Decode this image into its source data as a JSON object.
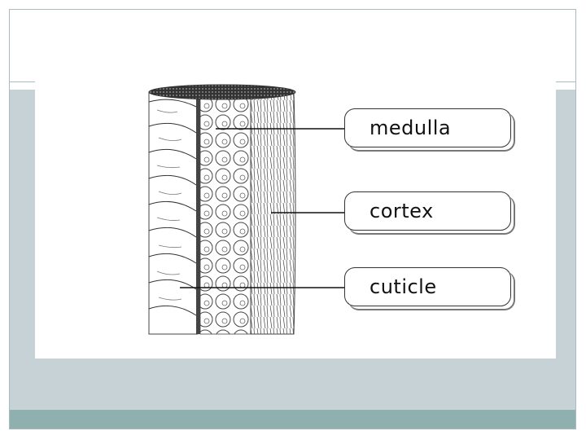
{
  "diagram": {
    "labels": {
      "medulla": "medulla",
      "cortex": "cortex",
      "cuticle": "cuticle"
    }
  },
  "colors": {
    "content_band": "#c7d2d6",
    "footer_bar": "#8fb0ae",
    "frame": "#a9bcbf"
  }
}
